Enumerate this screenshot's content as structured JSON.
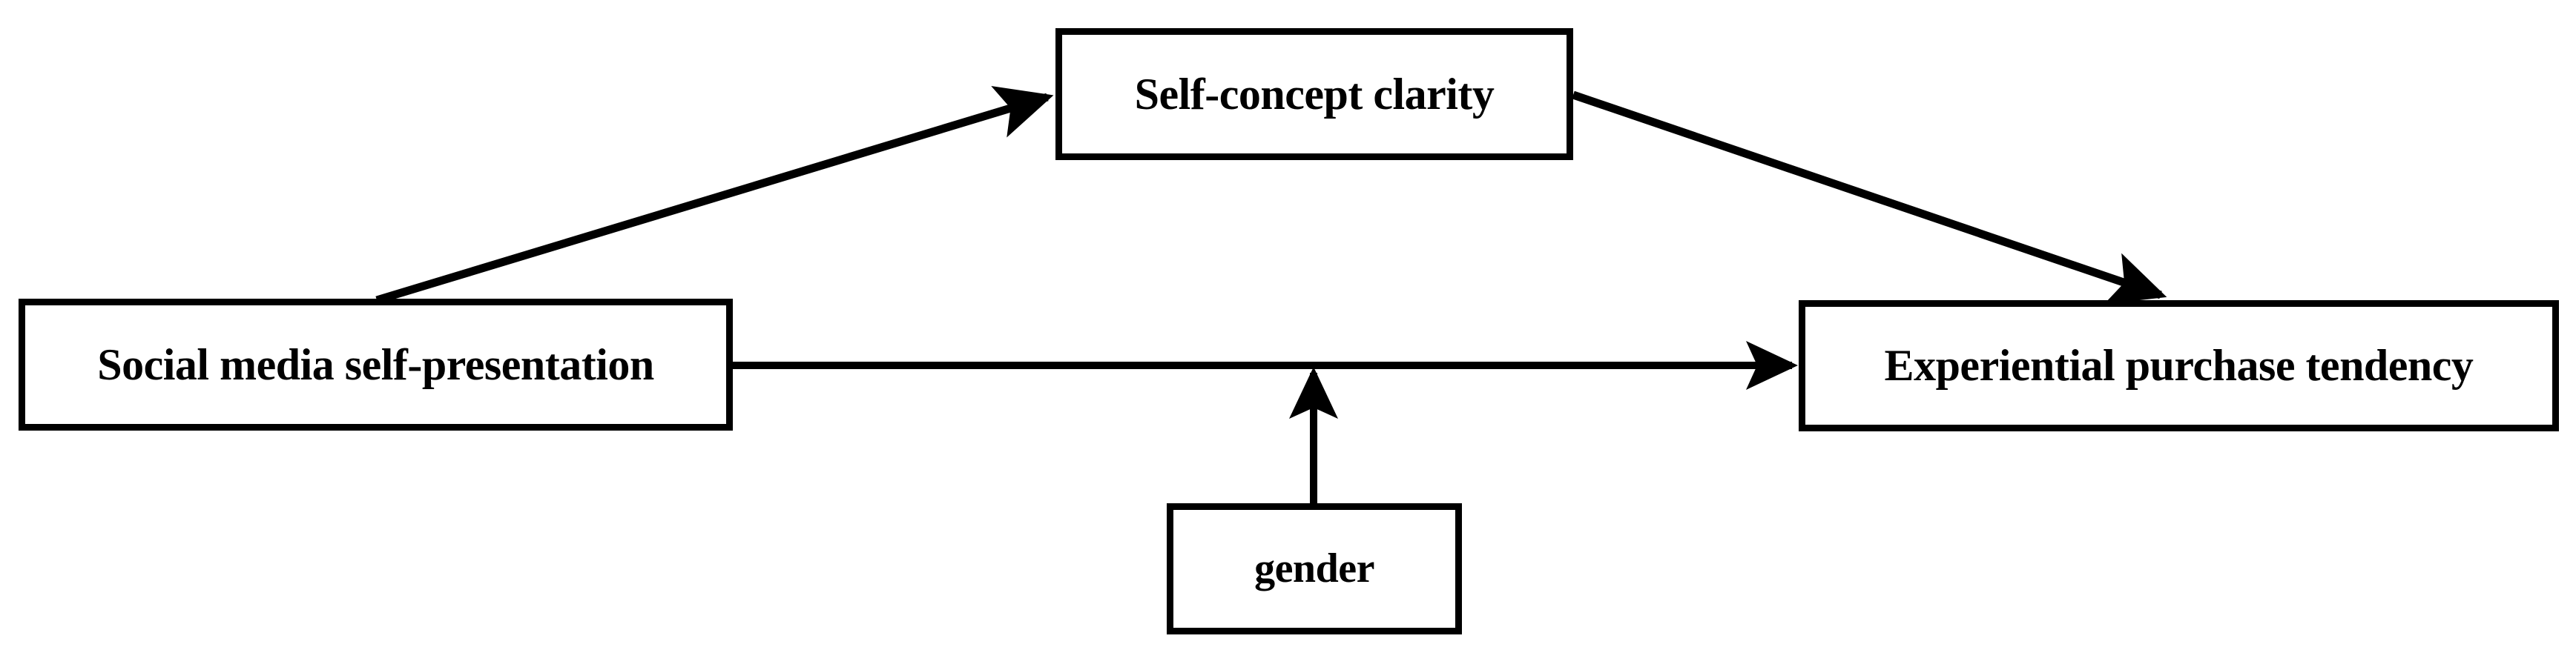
{
  "diagram": {
    "type": "conceptual-model",
    "background_color": "#ffffff",
    "stroke_color": "#000000",
    "nodes": [
      {
        "id": "social-media-self-presentation",
        "label": "Social media self-presentation",
        "role": "independent-variable"
      },
      {
        "id": "self-concept-clarity",
        "label": "Self-concept clarity",
        "role": "mediator"
      },
      {
        "id": "experiential-purchase-tendency",
        "label": "Experiential purchase tendency",
        "role": "dependent-variable"
      },
      {
        "id": "gender",
        "label": "gender",
        "role": "moderator"
      }
    ],
    "edges": [
      {
        "id": "edge-sms-to-scc",
        "from": "social-media-self-presentation",
        "to": "self-concept-clarity",
        "style": "solid",
        "arrowhead": true
      },
      {
        "id": "edge-scc-to-ept",
        "from": "self-concept-clarity",
        "to": "experiential-purchase-tendency",
        "style": "solid",
        "arrowhead": true
      },
      {
        "id": "edge-sms-to-ept",
        "from": "social-media-self-presentation",
        "to": "experiential-purchase-tendency",
        "style": "solid",
        "arrowhead": true
      },
      {
        "id": "edge-gender-to-path",
        "from": "gender",
        "to": "edge-sms-to-ept",
        "style": "solid",
        "arrowhead": true
      }
    ]
  }
}
